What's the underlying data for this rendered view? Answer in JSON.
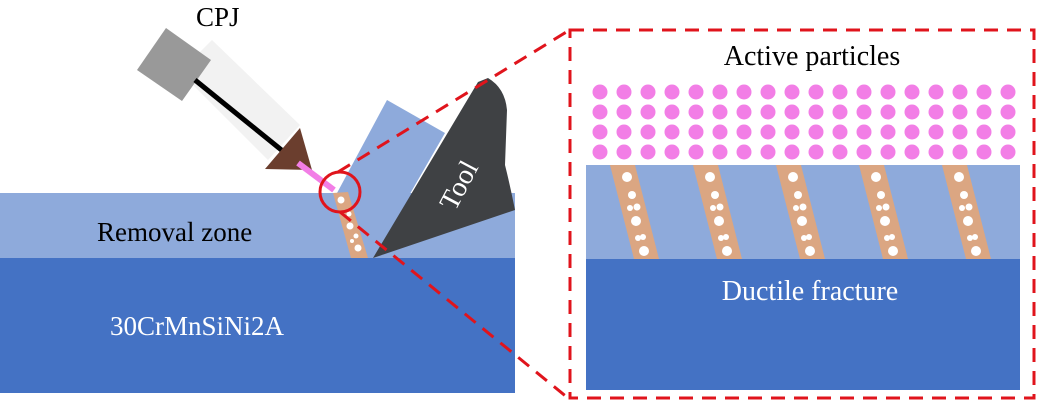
{
  "labels": {
    "cpj": "CPJ",
    "removal_zone": "Removal zone",
    "material": "30CrMnSiNi2A",
    "tool": "Tool",
    "active_particles": "Active particles",
    "ductile_fracture": "Ductile fracture"
  },
  "colors": {
    "removal_zone": "#8eaadb",
    "substrate": "#4472c4",
    "tool": "#3f4144",
    "shear_band": "#dba682",
    "particle": "#f27ee6",
    "highlight": "#e0141c",
    "nozzle_body": "#f2f2f2",
    "nozzle_cap": "#999999",
    "nozzle_tip": "#6b3e2e"
  }
}
